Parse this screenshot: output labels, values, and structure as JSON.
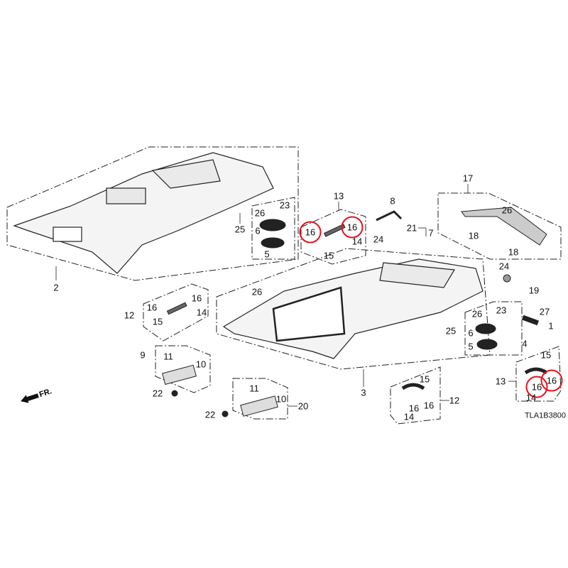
{
  "diagram": {
    "code": "TLA1B3800",
    "direction_label": "FR.",
    "highlight_color": "#e0141e",
    "callouts": {
      "c2": "2",
      "c25a": "25",
      "c26a": "26",
      "c23a": "23",
      "c6a": "6",
      "c5a": "5",
      "c13a": "13",
      "c16a": "16",
      "c16b": "16",
      "c14a": "14",
      "c15a": "15",
      "c8": "8",
      "c24a": "24",
      "c21": "21",
      "c7": "7",
      "c17": "17",
      "c26b": "26",
      "c18a": "18",
      "c18b": "18",
      "c24b": "24",
      "c19": "19",
      "c26c": "26",
      "c12a": "12",
      "c16c": "16",
      "c16d": "16",
      "c14b": "14",
      "c15b": "15",
      "c9": "9",
      "c11a": "11",
      "c10a": "10",
      "c22a": "22",
      "c11b": "11",
      "c10b": "10",
      "c22b": "22",
      "c20": "20",
      "c3": "3",
      "c25b": "25",
      "c26d": "26",
      "c23b": "23",
      "c6b": "6",
      "c5b": "5",
      "c27": "27",
      "c1": "1",
      "c4": "4",
      "c12b": "12",
      "c15c": "15",
      "c16e": "16",
      "c16f": "16",
      "c14c": "14",
      "c13b": "13",
      "c15d": "15",
      "c16g": "16",
      "c16h": "16",
      "c14d": "14"
    }
  }
}
